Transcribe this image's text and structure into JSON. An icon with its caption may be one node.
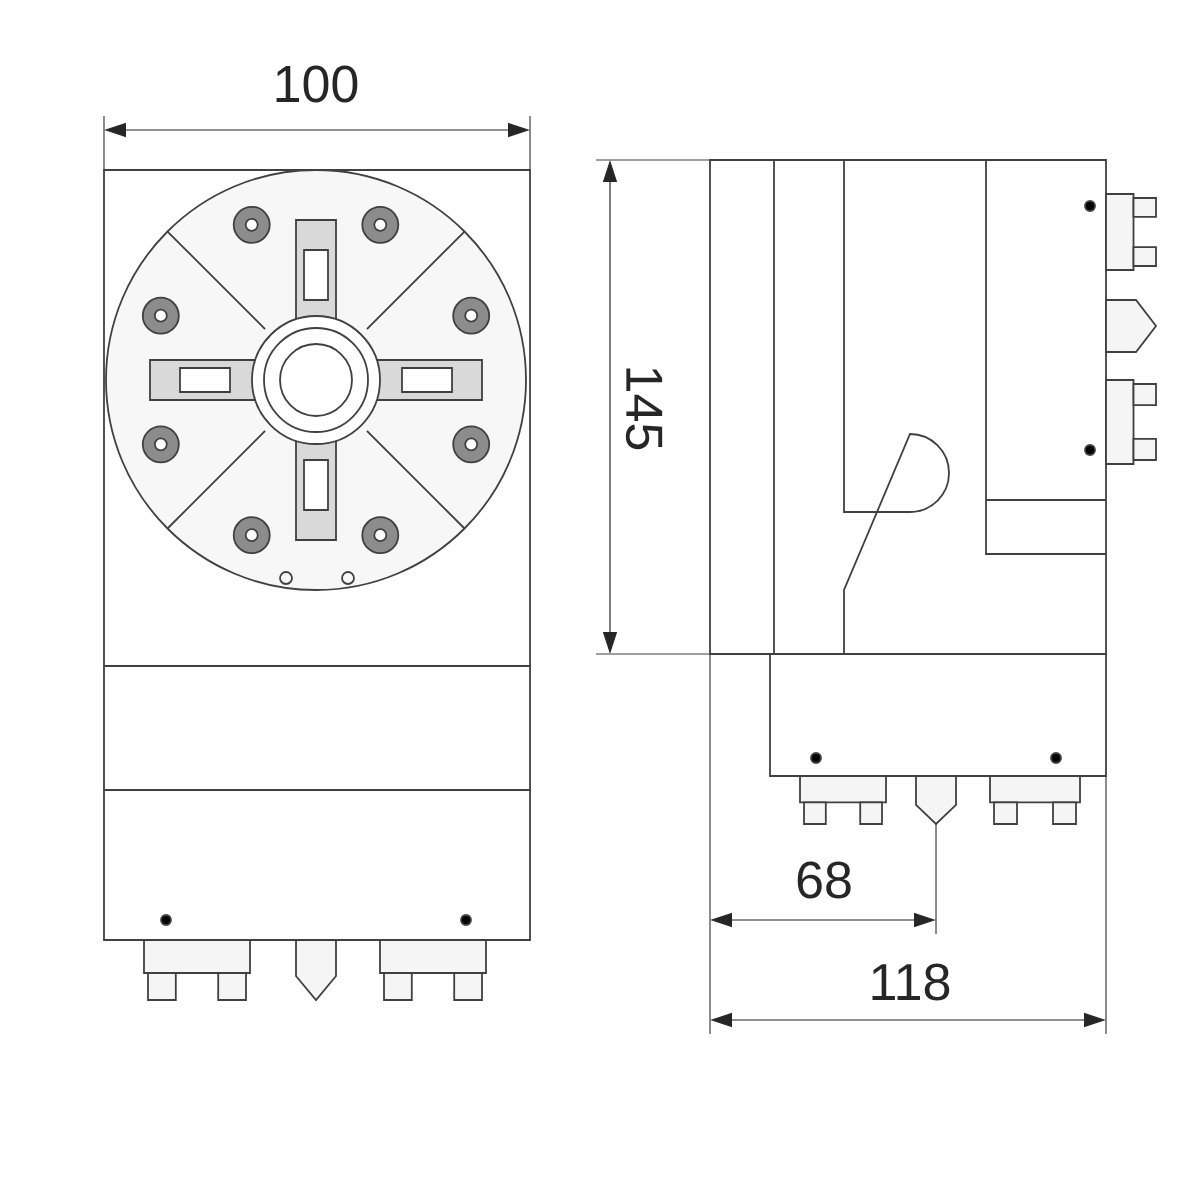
{
  "diagram": {
    "labels": [
      "100",
      "145",
      "68",
      "118"
    ]
  }
}
